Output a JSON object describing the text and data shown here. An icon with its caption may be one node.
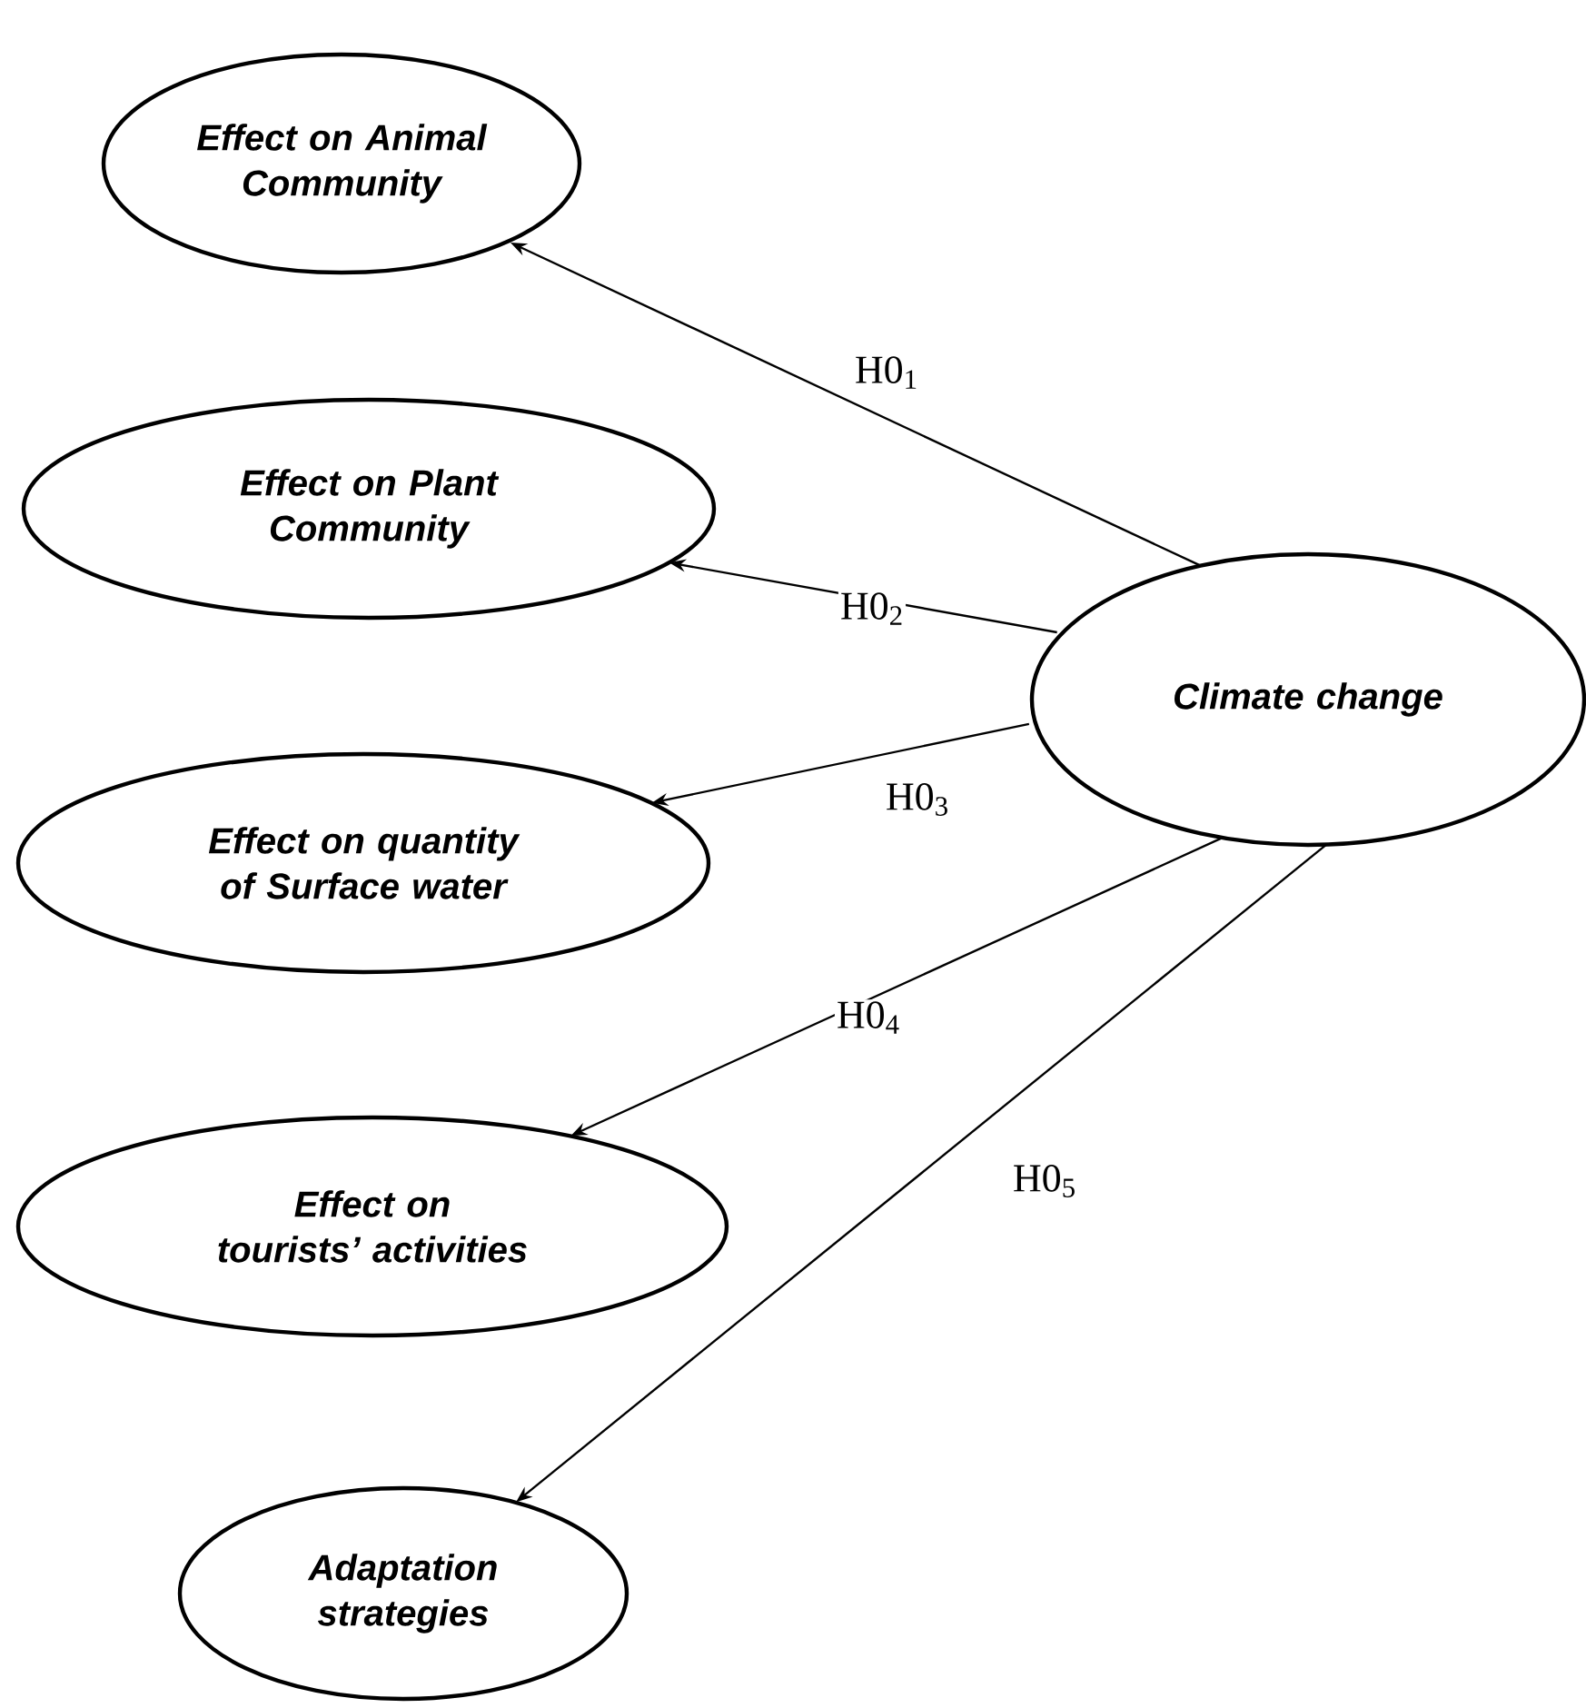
{
  "diagram": {
    "nodes": [
      {
        "text": [
          "Effect on Animal Community"
        ]
      },
      {
        "text": [
          "Effect on Plant Community"
        ]
      },
      {
        "text": [
          "Effect on quantity of Surface water"
        ]
      },
      {
        "text": [
          "Effect on tourists’ activities"
        ]
      },
      {
        "text": [
          "Adaptation strategies"
        ]
      },
      {
        "text": [
          "Climate change"
        ]
      }
    ],
    "edges": [
      {
        "from": 5,
        "to": 0,
        "arrow": "to",
        "label": "H0$_{1}$"
      },
      {
        "from": 5,
        "to": 1,
        "arrow": "to",
        "label": "H0$_{2}$"
      },
      {
        "from": 5,
        "to": 2,
        "arrow": "to",
        "label": "H0$_{3}$"
      },
      {
        "from": 5,
        "to": 3,
        "arrow": "to",
        "label": "H0$_{4}$"
      },
      {
        "from": 5,
        "to": 4,
        "arrow": "to",
        "label": "H0$_{5}$"
      }
    ]
  }
}
